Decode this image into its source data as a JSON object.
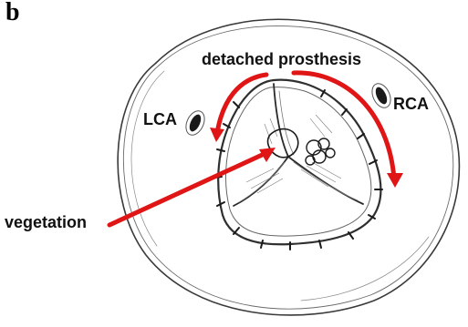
{
  "figure": {
    "panel_letter": "b",
    "labels": {
      "detached_prosthesis": "detached prosthesis",
      "rca": "RCA",
      "lca": "LCA",
      "vegetation": "vegetation"
    },
    "colors": {
      "arrow": "#e01515",
      "sketch": "#3a3a3a",
      "shading": "#7a7a7a"
    }
  }
}
